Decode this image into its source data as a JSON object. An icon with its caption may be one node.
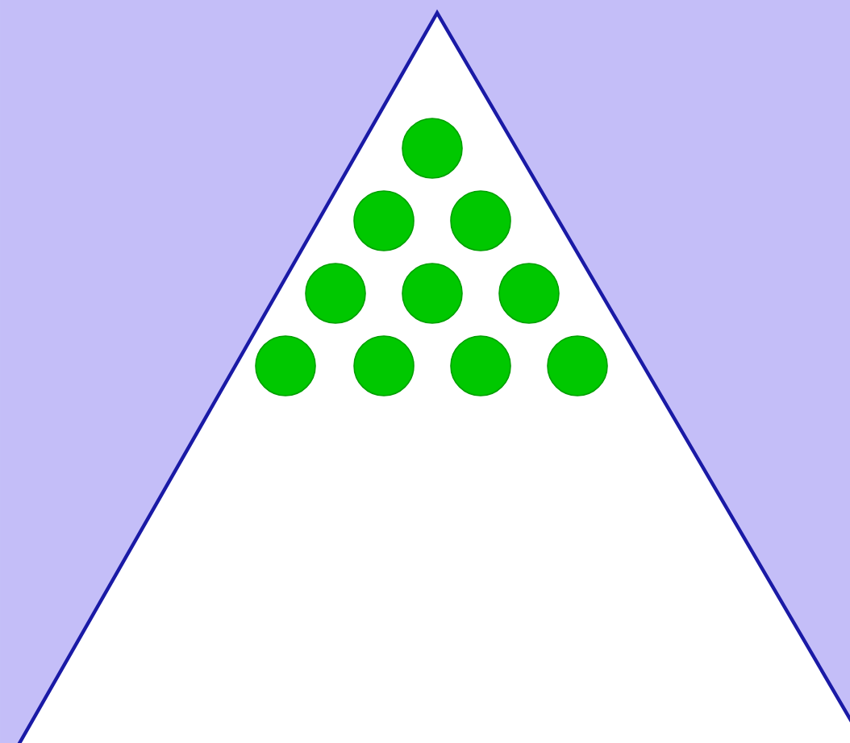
{
  "diagram": {
    "nodes": [
      {
        "text": [],
        "shape": "triangle"
      },
      {
        "text": [],
        "shape": "circle",
        "in": 0
      },
      {
        "text": [],
        "shape": "circle",
        "in": 0
      },
      {
        "text": [],
        "shape": "circle",
        "in": 0
      },
      {
        "text": [],
        "shape": "circle",
        "in": 0
      },
      {
        "text": [],
        "shape": "circle",
        "in": 0
      },
      {
        "text": [],
        "shape": "circle",
        "in": 0
      },
      {
        "text": [],
        "shape": "circle",
        "in": 0
      },
      {
        "text": [],
        "shape": "circle",
        "in": 0
      },
      {
        "text": [],
        "shape": "circle",
        "in": 0
      },
      {
        "text": [],
        "shape": "circle",
        "in": 0
      }
    ]
  }
}
